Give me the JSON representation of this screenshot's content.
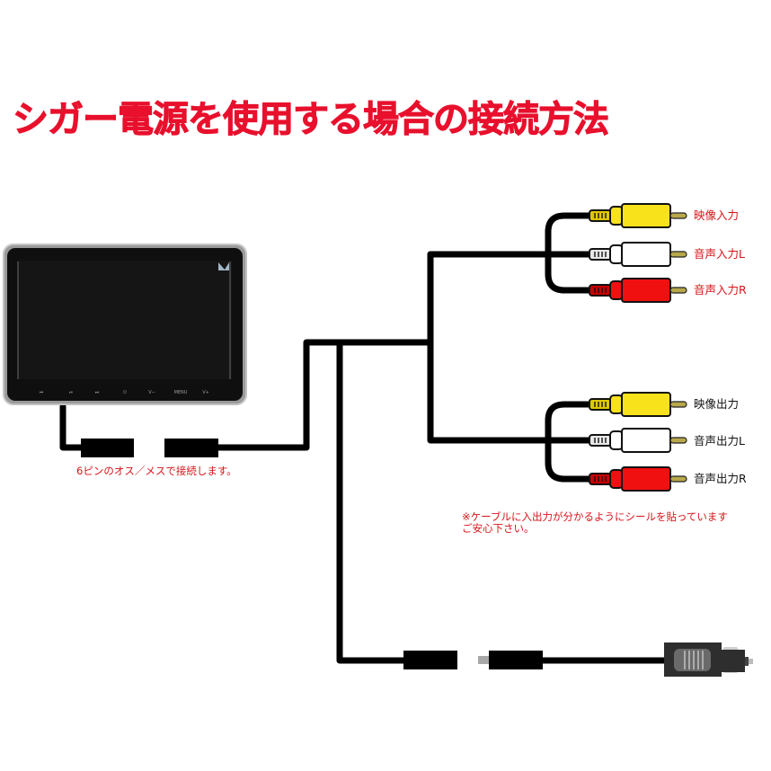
{
  "title": "シガー電源を使用する場合の接続方法",
  "colors": {
    "title": "#e8102d",
    "annotation": "#d7141a",
    "cable": "#000000",
    "rca_yellow": "#f7e21c",
    "rca_white": "#ffffff",
    "rca_red": "#f01010",
    "rca_pin": "#b8a84a",
    "bezel": "#8a8a8a",
    "screen": "#111111"
  },
  "monitor": {
    "buttons": [
      "⏮",
      "⏯",
      "⏭",
      "⏻",
      "V−",
      "MENU",
      "V+"
    ]
  },
  "input_group": {
    "plugs": [
      {
        "color": "yellow",
        "label": "映像入力"
      },
      {
        "color": "white",
        "label": "音声入力L"
      },
      {
        "color": "red",
        "label": "音声入力R"
      }
    ]
  },
  "output_group": {
    "plugs": [
      {
        "color": "yellow",
        "label": "映像出力"
      },
      {
        "color": "white",
        "label": "音声出力L"
      },
      {
        "color": "red",
        "label": "音声出力R"
      }
    ]
  },
  "connector_note": "6ピンのオス／メスで接続します。",
  "cable_note": {
    "line1": "※ケーブルに入出力が分かるようにシールを貼っています",
    "line2": "ご安心下さい。"
  }
}
